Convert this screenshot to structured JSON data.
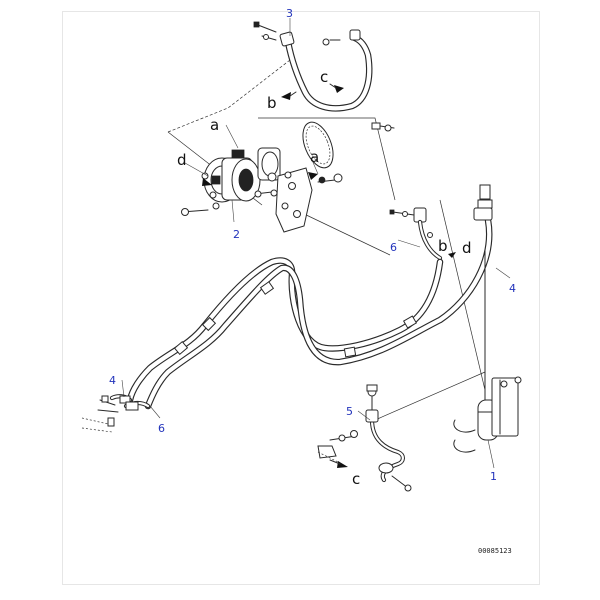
{
  "diagram": {
    "part_numbers": {
      "p1": "1",
      "p2": "2",
      "p3": "3",
      "p4_top": "4",
      "p4_left": "4",
      "p5": "5",
      "p6_mid": "6",
      "p6_bottom": "6"
    },
    "connection_letters": {
      "a_upper": "a",
      "a_lower": "a",
      "b_upper": "b",
      "b_right": "b",
      "c_upper": "c",
      "c_lower": "c",
      "d_left": "d",
      "d_right": "d"
    },
    "drawing_code": "00085123",
    "colors": {
      "part_number_text": "#2233bb",
      "line_art": "#2a2a2a",
      "background": "#ffffff"
    }
  }
}
